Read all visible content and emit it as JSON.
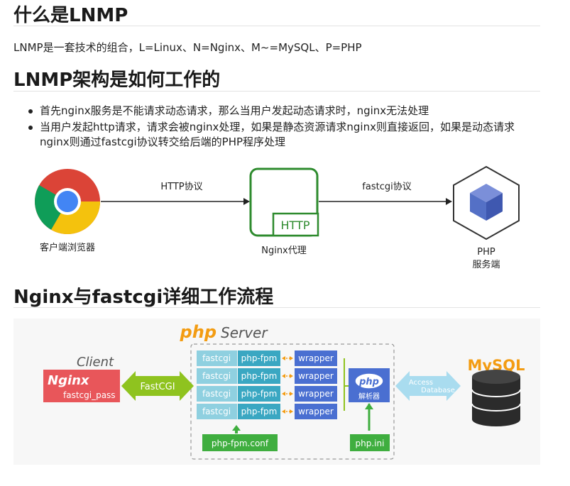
{
  "section1": {
    "title": "什么是LNMP",
    "description": "LNMP是一套技术的组合，L=Linux、N=Nginx、M~=MySQL、P=PHP"
  },
  "section2": {
    "title": "LNMP架构是如何工作的",
    "bullets": [
      "首先nginx服务是不能请求动态请求，那么当用户发起动态请求时，nginx无法处理",
      "当用户发起http请求，请求会被nginx处理，如果是静态资源请求nginx则直接返回，如果是动态请求nginx则通过fastcgi协议转交给后端的PHP程序处理"
    ],
    "diagram": {
      "browser_label": "客户端浏览器",
      "http_label": "HTTP协议",
      "nginx_box_text": "HTTP",
      "nginx_label": "Nginx代理",
      "fastcgi_label": "fastcgi协议",
      "php_label_line1": "PHP",
      "php_label_line2": "服务端"
    }
  },
  "section3": {
    "title": "Nginx与fastcgi详细工作流程",
    "diagram": {
      "php_logo": "php",
      "server_label": "Server",
      "client_label": "Client",
      "nginx_logo": "Nginx",
      "fastcgi_pass": "fastcgi_pass",
      "fastcgi_arrow": "FastCGI",
      "rows": [
        {
          "fastcgi": "fastcgi",
          "fpm": "php-fpm",
          "wrapper": "wrapper"
        },
        {
          "fastcgi": "fastcgi",
          "fpm": "php-fpm",
          "wrapper": "wrapper"
        },
        {
          "fastcgi": "fastcgi",
          "fpm": "php-fpm",
          "wrapper": "wrapper"
        },
        {
          "fastcgi": "fastcgi",
          "fpm": "php-fpm",
          "wrapper": "wrapper"
        }
      ],
      "parser_logo": "php",
      "parser_label": "解析器",
      "fpm_conf": "php-fpm.conf",
      "php_ini": "php.ini",
      "access_line1": "Access",
      "access_line2": "Database",
      "mysql_logo": "MySQL"
    }
  },
  "colors": {
    "chrome_red": "#db4437",
    "chrome_yellow": "#f4c20d",
    "chrome_green": "#0f9d58",
    "chrome_blue": "#4285f4",
    "nginx_green": "#2e8b2e",
    "php_cube": "#5470c6",
    "fpm_teal": "#3aa7c2",
    "wrapper_blue": "#4a6fd1",
    "php_orange": "#f39c12",
    "access_light": "#a9dcef",
    "conf_green": "#3fae3f"
  }
}
